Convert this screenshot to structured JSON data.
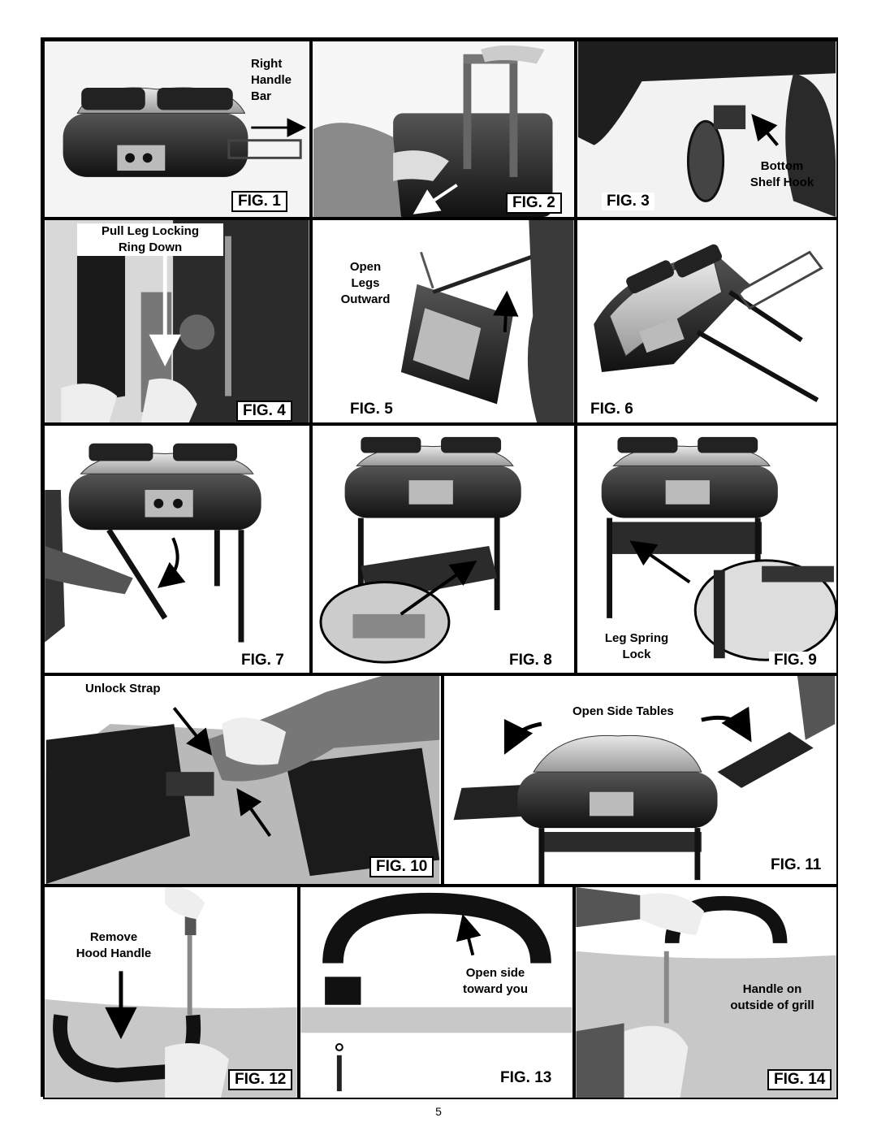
{
  "page_number": "5",
  "figures": {
    "fig1": {
      "caption": "FIG. 1",
      "label": "Right\nHandle\nBar"
    },
    "fig2": {
      "caption": "FIG. 2"
    },
    "fig3": {
      "caption": "FIG. 3",
      "label": "Bottom\nShelf Hook"
    },
    "fig4": {
      "caption": "FIG. 4",
      "label": "Pull Leg Locking\nRing Down"
    },
    "fig5": {
      "caption": "FIG. 5",
      "label": "Open\nLegs\nOutward"
    },
    "fig6": {
      "caption": "FIG. 6"
    },
    "fig7": {
      "caption": "FIG. 7"
    },
    "fig8": {
      "caption": "FIG. 8"
    },
    "fig9": {
      "caption": "FIG. 9",
      "label": "Leg Spring\nLock"
    },
    "fig10": {
      "caption": "FIG. 10",
      "label": "Unlock Strap"
    },
    "fig11": {
      "caption": "FIG. 11",
      "label": "Open Side Tables"
    },
    "fig12": {
      "caption": "FIG. 12",
      "label": "Remove\nHood Handle"
    },
    "fig13": {
      "caption": "FIG. 13",
      "label": "Open side\ntoward you"
    },
    "fig14": {
      "caption": "FIG. 14",
      "label": "Handle on\noutside of grill"
    }
  }
}
